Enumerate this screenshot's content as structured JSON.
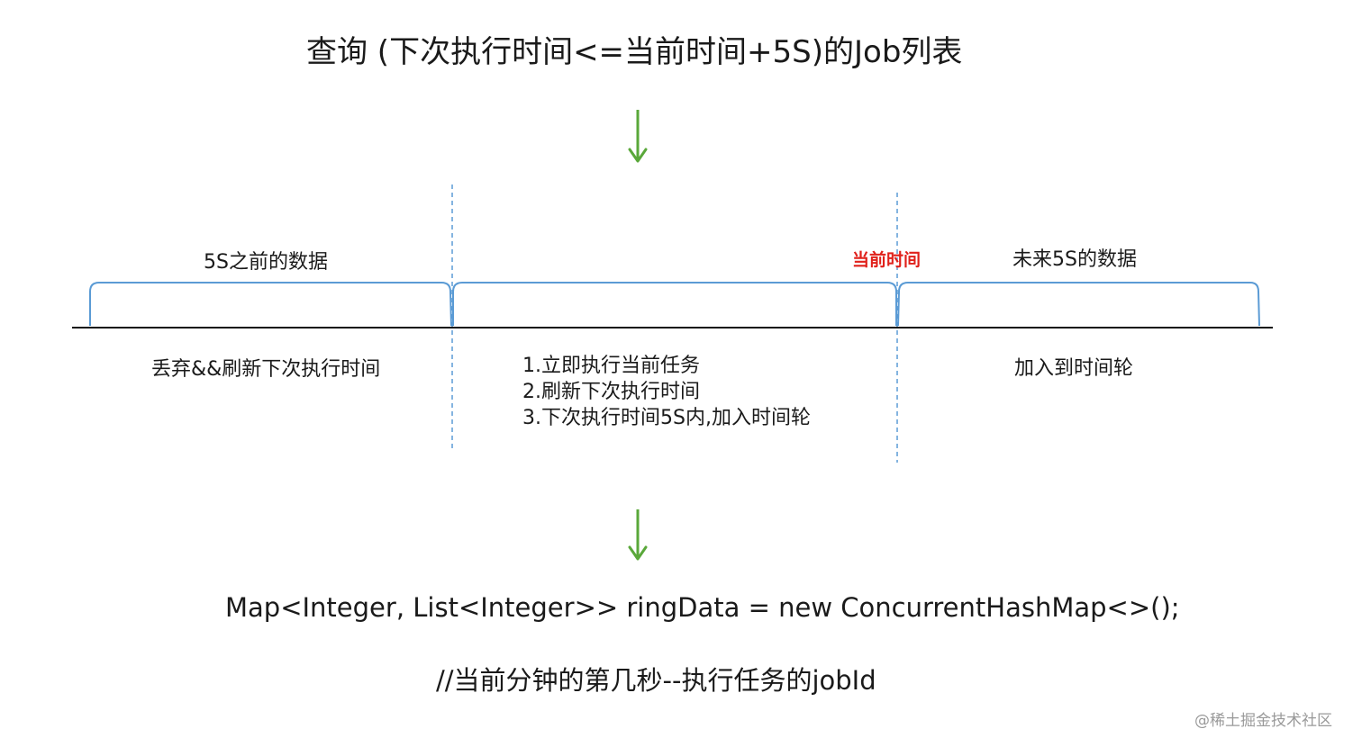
{
  "title": "查询 (下次执行时间<=当前时间+5S)的Job列表",
  "segments": {
    "before_label": "5S之前的数据",
    "now_label": "当前时间",
    "future_label": "未来5S的数据"
  },
  "actions": {
    "before": "丢弃&&刷新下次执行时间",
    "current": [
      "1.立即执行当前任务",
      "2.刷新下次执行时间",
      "3.下次执行时间5S内,加入时间轮"
    ],
    "future": "加入到时间轮"
  },
  "code": {
    "declaration": "Map<Integer, List<Integer>> ringData = new ConcurrentHashMap<>();",
    "comment": "//当前分钟的第几秒--执行任务的jobId"
  },
  "watermark": "@稀土掘金技术社区",
  "colors": {
    "arrow": "#5aa83a",
    "brace": "#5b9bd5",
    "divider": "#5b9bd5",
    "timeline": "#111111",
    "now_label": "#e0211b"
  }
}
